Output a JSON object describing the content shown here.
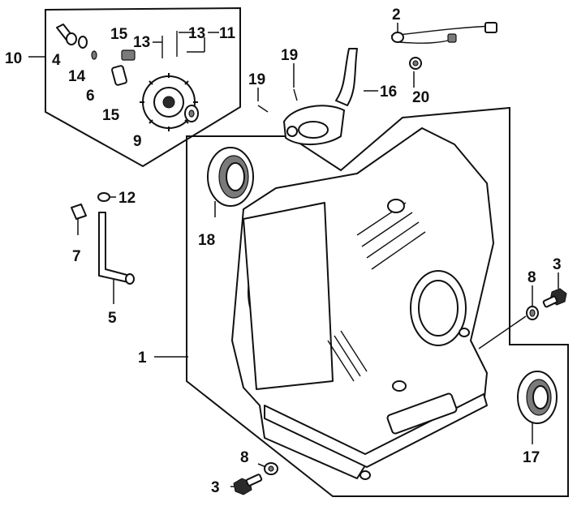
{
  "callouts": {
    "c1": "1",
    "c2": "2",
    "c3a": "3",
    "c3b": "3",
    "c4": "4",
    "c5": "5",
    "c6": "6",
    "c7": "7",
    "c8a": "8",
    "c8b": "8",
    "c9": "9",
    "c10": "10",
    "c11": "11",
    "c12": "12",
    "c13a": "13",
    "c13b": "13",
    "c14": "14",
    "c15a": "15",
    "c15b": "15",
    "c16": "16",
    "c17": "17",
    "c18": "18",
    "c19a": "19",
    "c19b": "19",
    "c20": "20"
  }
}
